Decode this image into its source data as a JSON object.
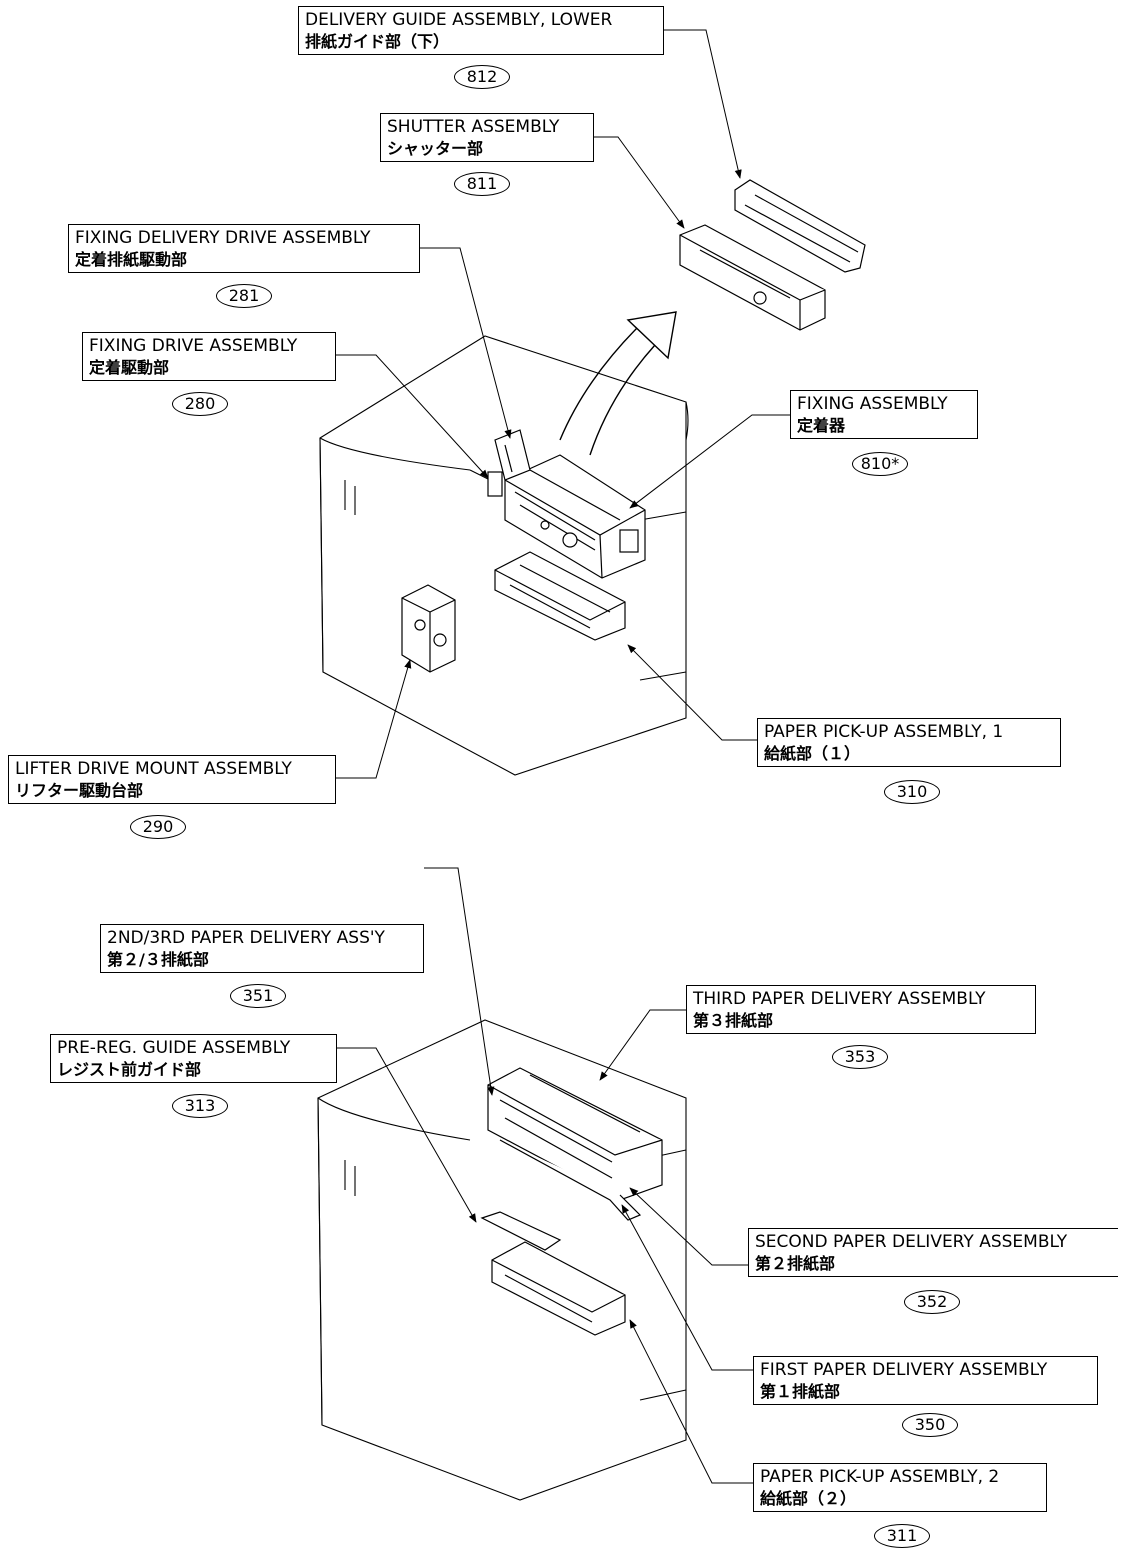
{
  "callouts": [
    {
      "id": "delivery-guide-lower",
      "en": "DELIVERY GUIDE ASSEMBLY, LOWER",
      "jp": "排紙ガイド部（下）",
      "ref": "812"
    },
    {
      "id": "shutter",
      "en": "SHUTTER ASSEMBLY",
      "jp": "シャッター部",
      "ref": "811"
    },
    {
      "id": "fixing-delivery-drive",
      "en": "FIXING DELIVERY DRIVE ASSEMBLY",
      "jp": "定着排紙駆動部",
      "ref": "281"
    },
    {
      "id": "fixing-drive",
      "en": "FIXING DRIVE ASSEMBLY",
      "jp": "定着駆動部",
      "ref": "280"
    },
    {
      "id": "fixing",
      "en": "FIXING ASSEMBLY",
      "jp": "定着器",
      "ref": "810*"
    },
    {
      "id": "paper-pickup-1",
      "en": "PAPER PICK-UP ASSEMBLY, 1",
      "jp": "給紙部（１）",
      "ref": "310"
    },
    {
      "id": "lifter-drive-mount",
      "en": "LIFTER DRIVE MOUNT ASSEMBLY",
      "jp": "リフター駆動台部",
      "ref": "290"
    },
    {
      "id": "2nd-3rd-paper-delivery",
      "en": "2ND/3RD PAPER DELIVERY ASS'Y",
      "jp": "第２/３排紙部",
      "ref": "351"
    },
    {
      "id": "third-paper-delivery",
      "en": "THIRD PAPER DELIVERY ASSEMBLY",
      "jp": "第３排紙部",
      "ref": "353"
    },
    {
      "id": "pre-reg-guide",
      "en": "PRE-REG. GUIDE ASSEMBLY",
      "jp": "レジスト前ガイド部",
      "ref": "313"
    },
    {
      "id": "second-paper-delivery",
      "en": "SECOND PAPER DELIVERY ASSEMBLY",
      "jp": "第２排紙部",
      "ref": "352"
    },
    {
      "id": "first-paper-delivery",
      "en": "FIRST PAPER DELIVERY ASSEMBLY",
      "jp": "第１排紙部",
      "ref": "350"
    },
    {
      "id": "paper-pickup-2",
      "en": "PAPER PICK-UP ASSEMBLY, 2",
      "jp": "給紙部（２）",
      "ref": "311"
    }
  ]
}
